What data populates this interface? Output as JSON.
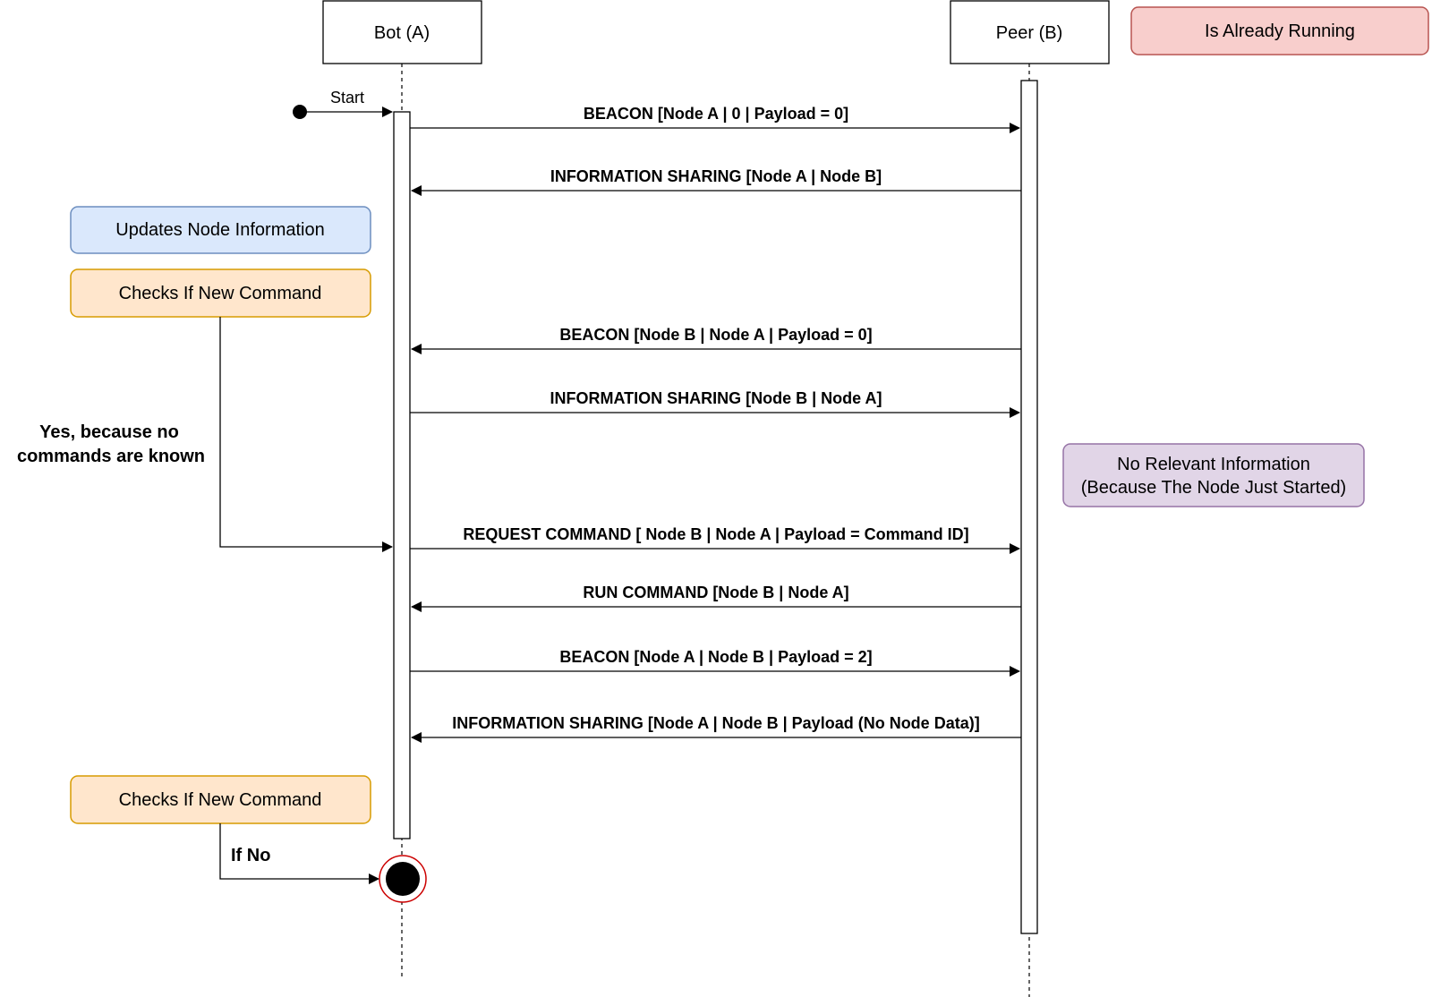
{
  "lifelines": {
    "bot": {
      "label": "Bot (A)"
    },
    "peer": {
      "label": "Peer (B)"
    }
  },
  "start_label": "Start",
  "messages": [
    {
      "text": "BEACON [Node A | 0 | Payload = 0]",
      "direction": "right"
    },
    {
      "text": "INFORMATION SHARING [Node A | Node B]",
      "direction": "left"
    },
    {
      "text": "BEACON [Node B | Node A | Payload = 0]",
      "direction": "left"
    },
    {
      "text": "INFORMATION SHARING [Node B | Node A]",
      "direction": "right"
    },
    {
      "text": "REQUEST COMMAND [ Node B | Node A | Payload = Command ID]",
      "direction": "right"
    },
    {
      "text": "RUN COMMAND [Node B | Node A]",
      "direction": "left"
    },
    {
      "text": "BEACON [Node A | Node B | Payload = 2]",
      "direction": "right"
    },
    {
      "text": "INFORMATION SHARING [Node A | Node B | Payload (No Node Data)]",
      "direction": "left"
    }
  ],
  "notes": {
    "already_running": {
      "text": "Is Already Running",
      "fill": "#f8cecc",
      "stroke": "#b85450"
    },
    "updates_info": {
      "text": "Updates Node Information",
      "fill": "#dae8fc",
      "stroke": "#6c8ebf"
    },
    "checks_command_1": {
      "text": "Checks If New Command",
      "fill": "#ffe6cc",
      "stroke": "#d79b00"
    },
    "checks_command_2": {
      "text": "Checks If New Command",
      "fill": "#ffe6cc",
      "stroke": "#d79b00"
    },
    "no_relevant": {
      "line1": "No Relevant Information",
      "line2": "(Because The Node Just Started)",
      "fill": "#e1d5e7",
      "stroke": "#9673a6"
    }
  },
  "side_labels": {
    "yes_line1": "Yes, because no",
    "yes_line2": "commands are known",
    "if_no": "If No"
  }
}
